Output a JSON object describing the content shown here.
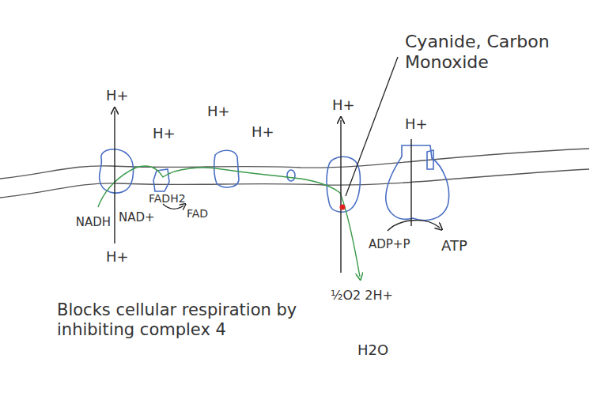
{
  "diagram": {
    "labels": [
      "Cyanide, Carbon Monoxide",
      "H+",
      "H+",
      "H+",
      "H+",
      "H+",
      "H+",
      "NADH",
      "NAD+",
      "FADH2",
      "FAD",
      "H+",
      "ADP+P",
      "ATP",
      "½O2 2H+",
      "H2O",
      "Blocks cellular respiration by inhibiting complex 4"
    ]
  }
}
